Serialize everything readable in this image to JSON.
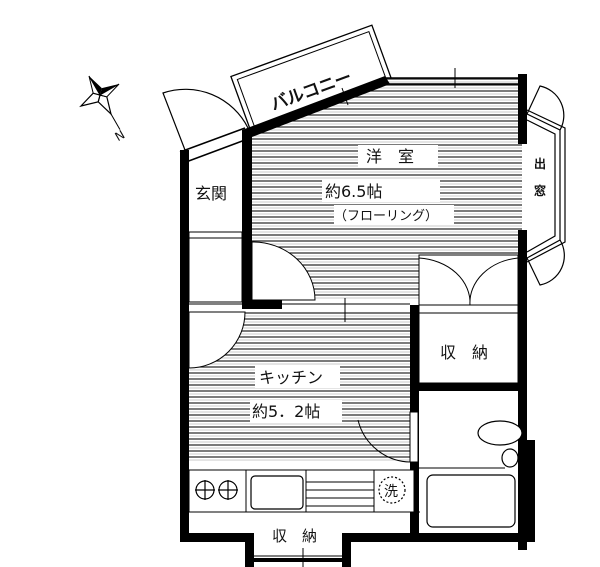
{
  "floor_plan": {
    "compass": {
      "label": "N",
      "icon": "compass-rose-icon"
    },
    "rooms": {
      "balcony": {
        "name": "バルコニー"
      },
      "western_room": {
        "name": "洋　室",
        "size": "約6.5帖",
        "floor": "（フローリング）"
      },
      "bay_window": {
        "line1": "出",
        "line2": "窓"
      },
      "entrance": {
        "name": "玄関"
      },
      "closet_right": {
        "name": "収　納"
      },
      "kitchen": {
        "name": "キッチン",
        "size": "約5．2帖"
      },
      "closet_bottom": {
        "name": "収　納"
      },
      "washer": {
        "name": "洗"
      }
    },
    "colors": {
      "wall": "#000000",
      "line": "#222222",
      "background": "#ffffff"
    }
  }
}
